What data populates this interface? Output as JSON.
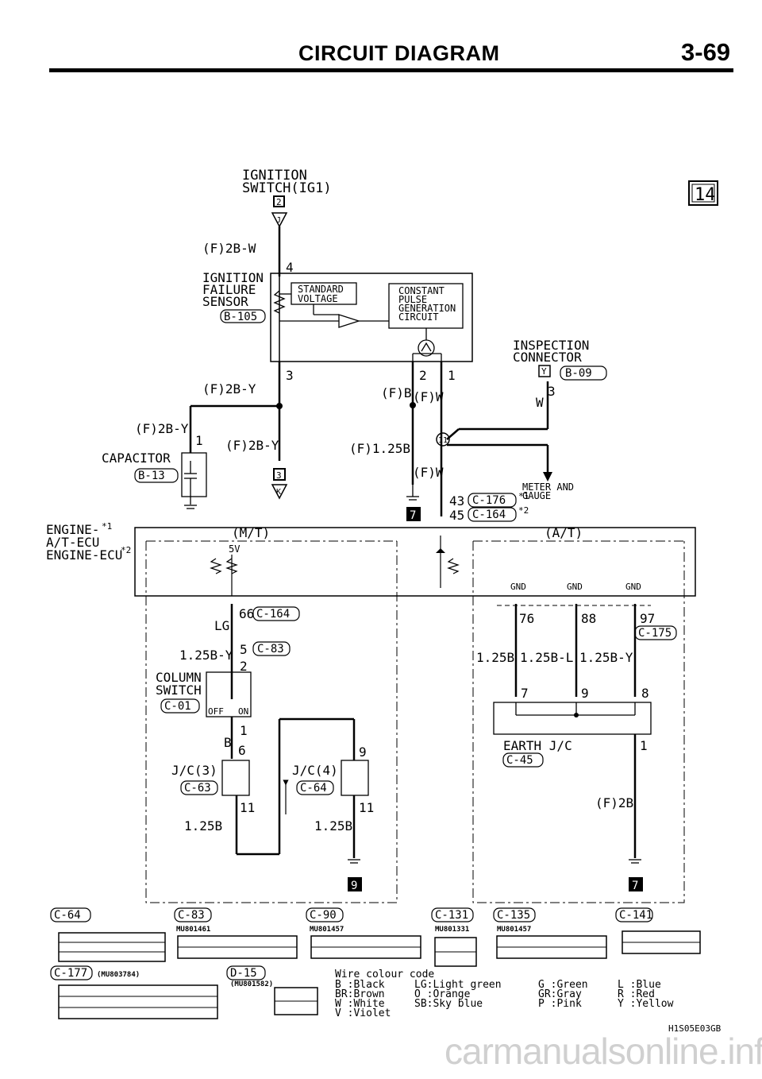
{
  "header": {
    "title": "CIRCUIT DIAGRAM",
    "page": "3-69",
    "section_badge": "14"
  },
  "ignition": {
    "line1": "IGNITION",
    "line2": "SWITCH(IG1)",
    "pin": "2",
    "conn": "J"
  },
  "wire_top": "(F)2B-W",
  "pin_4": "4",
  "ifs": {
    "line1": "IGNITION",
    "line2": "FAILURE",
    "line3": "SENSOR",
    "ref": "B-105"
  },
  "std_voltage": {
    "line1": "STANDARD",
    "line2": "VOLTAGE"
  },
  "cpg": {
    "line1": "CONSTANT",
    "line2": "PULSE",
    "line3": "GENERATION",
    "line4": "CIRCUIT"
  },
  "pins_row": {
    "p3": "3",
    "p2": "2",
    "p1": "1"
  },
  "wire_2by_a": "(F)2B-Y",
  "wire_fb": "(F)B",
  "wire_fw": "(F)W",
  "inspection": {
    "line1": "INSPECTION",
    "line2": "CONNECTOR",
    "conn": "Y",
    "ref": "B-09",
    "pin": "3",
    "wire": "W"
  },
  "wire_2by_b": "(F)2B-Y",
  "wire_2by_c": "(F)2B-Y",
  "cap": {
    "label": "CAPACITOR",
    "ref": "B-13",
    "pin": "1"
  },
  "wire_125b": "(F)1.25B",
  "j11": "11",
  "wire_fw2": "(F)W",
  "ground_badge_3": "3",
  "ground_badge_k": "K",
  "meter": {
    "line1": "METER AND",
    "line2": "GAUGE",
    "p43": "43",
    "ref1": "C-176",
    "note1": "*1",
    "p45": "45",
    "ref2": "C-164",
    "note2": "*2"
  },
  "badge_7a": "7",
  "ecu": {
    "line1": "ENGINE-",
    "note1": "*1",
    "line2": "A/T-ECU",
    "line3": "ENGINE-ECU",
    "note2": "*2"
  },
  "mt": "(M/T)",
  "at": "(A/T)",
  "v5": "5V",
  "gnd": "GND",
  "lg": {
    "wire": "LG",
    "pin": "66",
    "ref": "C-164"
  },
  "c83": {
    "pin": "5",
    "ref": "C-83",
    "pin2": "2",
    "wire": "1.25B-Y"
  },
  "col_switch": {
    "line1": "COLUMN",
    "line2": "SWITCH",
    "ref": "C-01",
    "off": "OFF",
    "on": "ON"
  },
  "jc3": {
    "pin1": "1",
    "wire": "B",
    "pin6": "6",
    "label": "J/C(3)",
    "ref": "C-63",
    "pin11": "11",
    "wire2": "1.25B"
  },
  "jc4": {
    "pin9": "9",
    "label": "J/C(4)",
    "ref": "C-64",
    "pin11": "11",
    "wire2": "1.25B"
  },
  "badge_9": "9",
  "at_pins": {
    "p76": "76",
    "p88": "88",
    "p97": "97",
    "ref": "C-175",
    "w1": "1.25B",
    "w2": "1.25B-L",
    "w3": "1.25B-Y",
    "p7": "7",
    "p9": "9",
    "p8": "8"
  },
  "earth": {
    "label": "EARTH J/C",
    "ref": "C-45",
    "pin": "1",
    "wire": "(F)2B"
  },
  "badge_7b": "7",
  "connectors": {
    "c64": "C-64",
    "c83": "C-83",
    "c83_pn": "MU801461",
    "c90": "C-90",
    "c90_pn": "MU801457",
    "c131": "C-131",
    "c131_pn": "MU801331",
    "c135": "C-135",
    "c135_pn": "MU801457",
    "c141": "C-141",
    "c177": "C-177",
    "c177_pn": "(MU803784)",
    "d15": "D-15",
    "d15_pn": "(MU801582)"
  },
  "wire_code": {
    "title": "Wire colour code",
    "rows": [
      [
        "B :Black",
        "LG:Light green",
        "G :Green",
        "L :Blue"
      ],
      [
        "BR:Brown",
        "O :Orange",
        "GR:Gray",
        "R :Red"
      ],
      [
        "W :White",
        "SB:Sky blue",
        "P :Pink",
        "Y :Yellow"
      ],
      [
        "V :Violet",
        "",
        "",
        ""
      ]
    ]
  },
  "doc_code": "H1S05E03GB",
  "watermark": "carmanualsonline.info"
}
